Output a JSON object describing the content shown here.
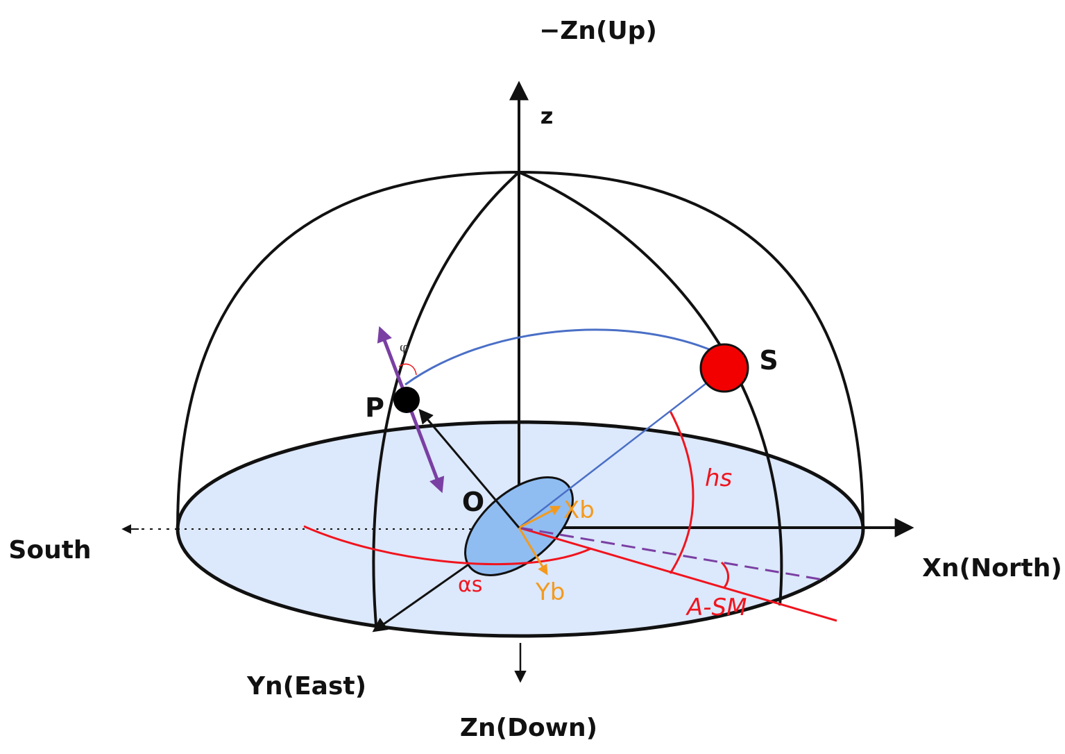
{
  "labels": {
    "up": "−Zn(Up)",
    "down": "Zn(Down)",
    "z": "z",
    "south": "South",
    "north": "Xn(North)",
    "east": "Yn(East)",
    "origin": "O",
    "point_p": "P",
    "sun": "S",
    "xb": "Xb",
    "yb": "Yb",
    "hs": "hs",
    "alpha_s": "αs",
    "a_sm": "A-SM",
    "phi": "φ"
  },
  "colors": {
    "ink": "#111111",
    "ground_fill": "#DCE8FB",
    "body_disc": "#8FBDF2",
    "sun_red": "#F20000",
    "red_lines": "#F0141E",
    "blue_arc": "#4A6FC6",
    "purple_arrow": "#7A3FA3",
    "orange_axes": "#F39A1E"
  }
}
